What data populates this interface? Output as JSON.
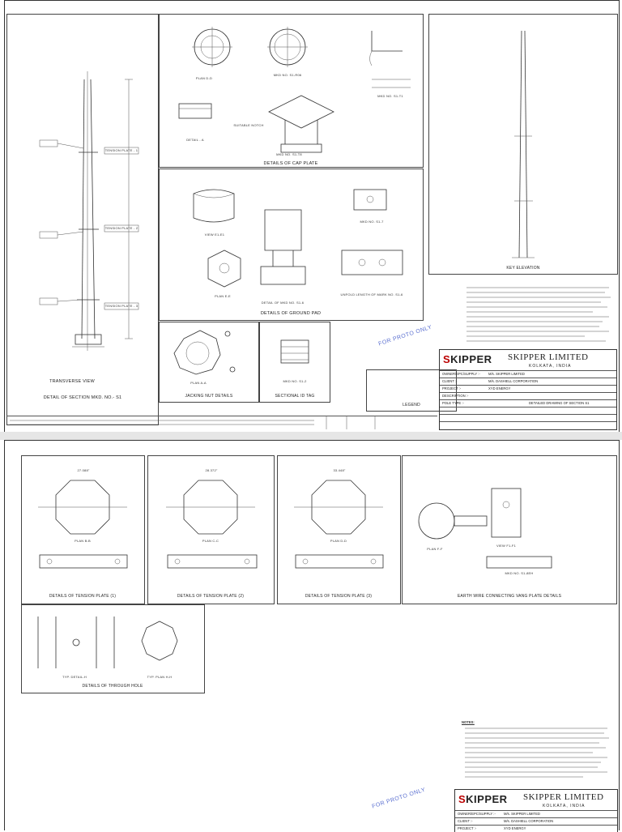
{
  "sheet1": {
    "panels": {
      "cap_plate": "DETAILS OF CAP PLATE",
      "ground_pad": "DETAILS OF GROUND PAD",
      "section": "DETAIL OF SECTION MKD. NO.- S1",
      "key_elevation": "KEY ELEVATION",
      "jacking_nut": "JACKING NUT DETAILS",
      "id_tag": "SECTIONAL ID TAG",
      "legend": "LEGEND"
    },
    "drawing_labels": {
      "transverse_view": "TRANSVERSE VIEW",
      "plan_d_d": "PLAN D-D",
      "detail_a": "DETAIL - A",
      "mkd_s1_r06": "MKD NO. S1-R06",
      "mkd_s1_t1": "MKD NO. S1-T1",
      "mkd_s1_t8": "MKD NO. S1-T8",
      "view_e1_e1": "VIEW E1-E1",
      "plan_e_e": "PLAN E-E",
      "mkd_s1_6": "DETAIL OF MKD NO. S1-6",
      "mkd_s1_7": "MKD NO. S1-7",
      "unfold": "UNFOLD LENGTH OF MARK NO. S1-6",
      "plan_a_a": "PLAN A-A",
      "mkd_s1_2": "MKD NO. S1-2",
      "tension_plate_1": "TENSION PLATE - 1",
      "tension_plate_2": "TENSION PLATE - 2",
      "tension_plate_3": "TENSION PLATE - 3",
      "suitable_notch": "SUITABLE NOTCH"
    },
    "stamp": "FOR PROTO ONLY",
    "title_block": {
      "company": "SKIPPER LIMITED",
      "city": "KOLKATA, INDIA",
      "owner_label": "OWNER/EPC/SUPPLY :-",
      "owner_value": "M/s. SKIPPER LIMITED",
      "client_label": "CLIENT :-",
      "client_value": "M/s. DASHIELL CORPORATION",
      "project_label": "PROJECT :-",
      "project_value": "XYD ENERGY",
      "description_label": "DESCRIPTION :-",
      "pole_type_label": "POLE TYPE :-",
      "drawing_title": "DETAILED DRAWING OF SECTION S1"
    }
  },
  "sheet2": {
    "panels": {
      "tension_plate_1": "DETAILS OF TENSION PLATE (1)",
      "tension_plate_2": "DETAILS OF TENSION PLATE (2)",
      "tension_plate_3": "DETAILS OF TENSION PLATE (3)",
      "earth_wire": "EARTH WIRE CONNECTING VANG PLATE DETAILS",
      "through_hole": "DETAILS OF THROUGH HOLE"
    },
    "drawing_labels": {
      "plan_b_b": "PLAN B-B",
      "plan_c_c": "PLAN C-C",
      "plan_d_d": "PLAN D-D",
      "plan_f_f": "PLAN F-F",
      "view_f1_f1": "VIEW F1-F1",
      "mkd_s1_8eh": "MKD NO. S1-8EH",
      "typ_detail_h": "TYP. DETAIL-H",
      "typ_plan_h_h": "TYP. PLAN H-H",
      "dim_b": "27.088\"",
      "dim_c": "28.372\"",
      "dim_d": "33.448\""
    },
    "notes_heading": "NOTES:",
    "stamp": "FOR PROTO ONLY",
    "title_block": {
      "company": "SKIPPER LIMITED",
      "city": "KOLKATA, INDIA",
      "owner_label": "OWNER/EPC/SUPPLY :-",
      "owner_value": "M/s. SKIPPER LIMITED",
      "client_label": "CLIENT :-",
      "client_value": "M/s. DASHIELL CORPORATION",
      "project_label": "PROJECT :-",
      "project_value": "XYD ENERGY"
    }
  },
  "colors": {
    "logo_accent": "#b00000",
    "stamp": "#5a6fd0"
  }
}
